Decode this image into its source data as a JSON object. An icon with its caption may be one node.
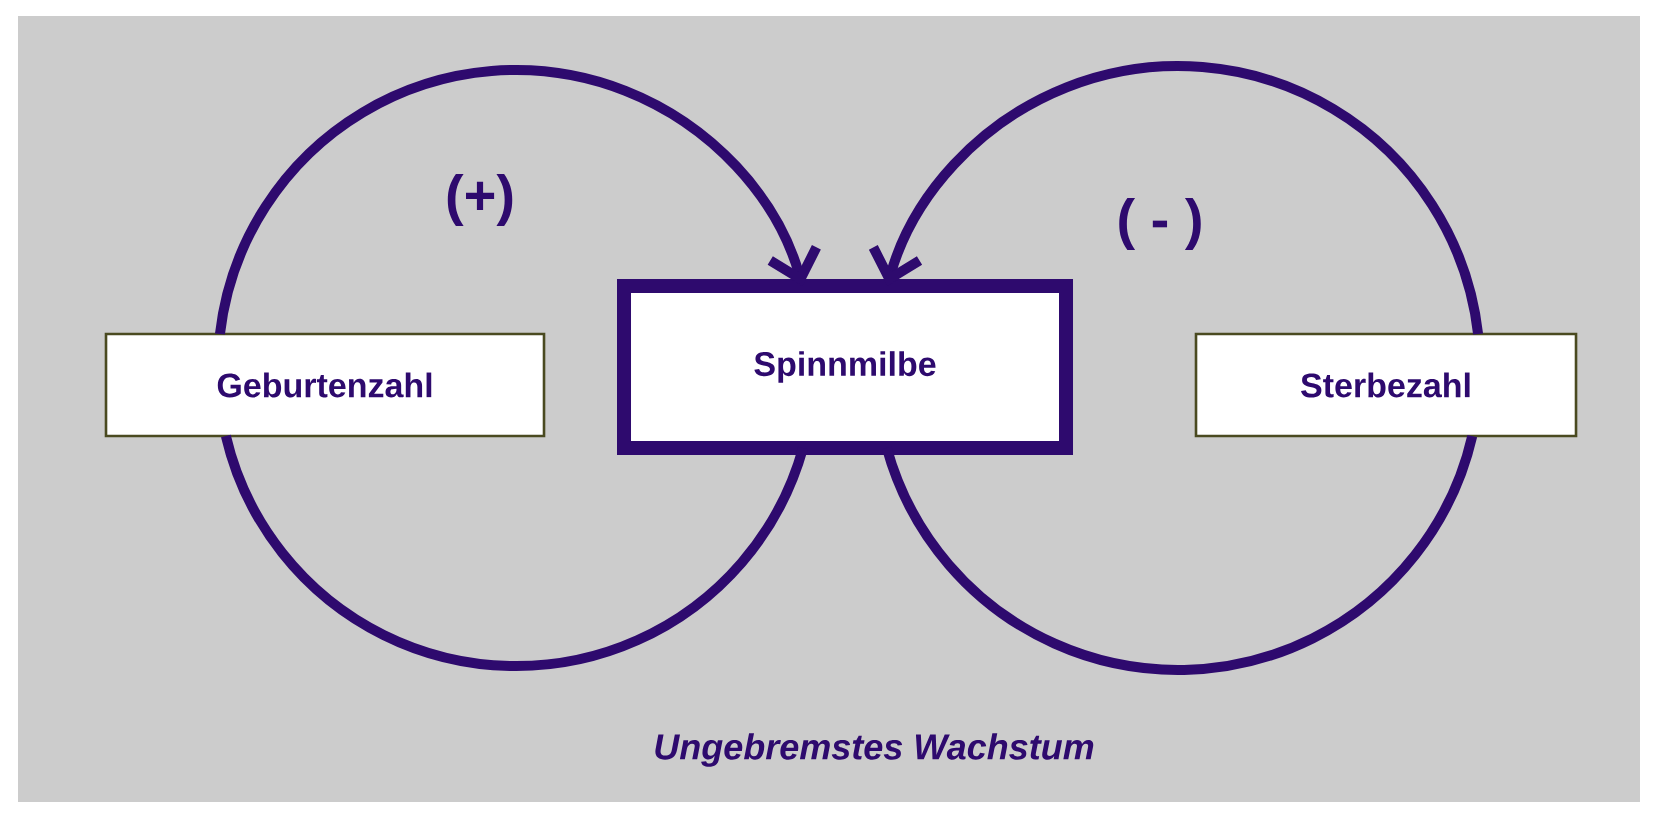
{
  "diagram": {
    "caption": "Ungebremstes Wachstum",
    "nodes": [
      {
        "text": [
          "Geburtenzahl"
        ]
      },
      {
        "text": [
          "Spinnmilbe"
        ]
      },
      {
        "text": [
          "Sterbezahl"
        ]
      }
    ],
    "edges": [
      {
        "from": 0,
        "to": 1,
        "arrow": "to"
      },
      {
        "from": 1,
        "to": 0,
        "arrow": "none"
      },
      {
        "from": 2,
        "to": 1,
        "arrow": "to"
      },
      {
        "from": 1,
        "to": 2,
        "arrow": "none"
      }
    ],
    "labels": [
      "(+)",
      "( - )"
    ]
  }
}
